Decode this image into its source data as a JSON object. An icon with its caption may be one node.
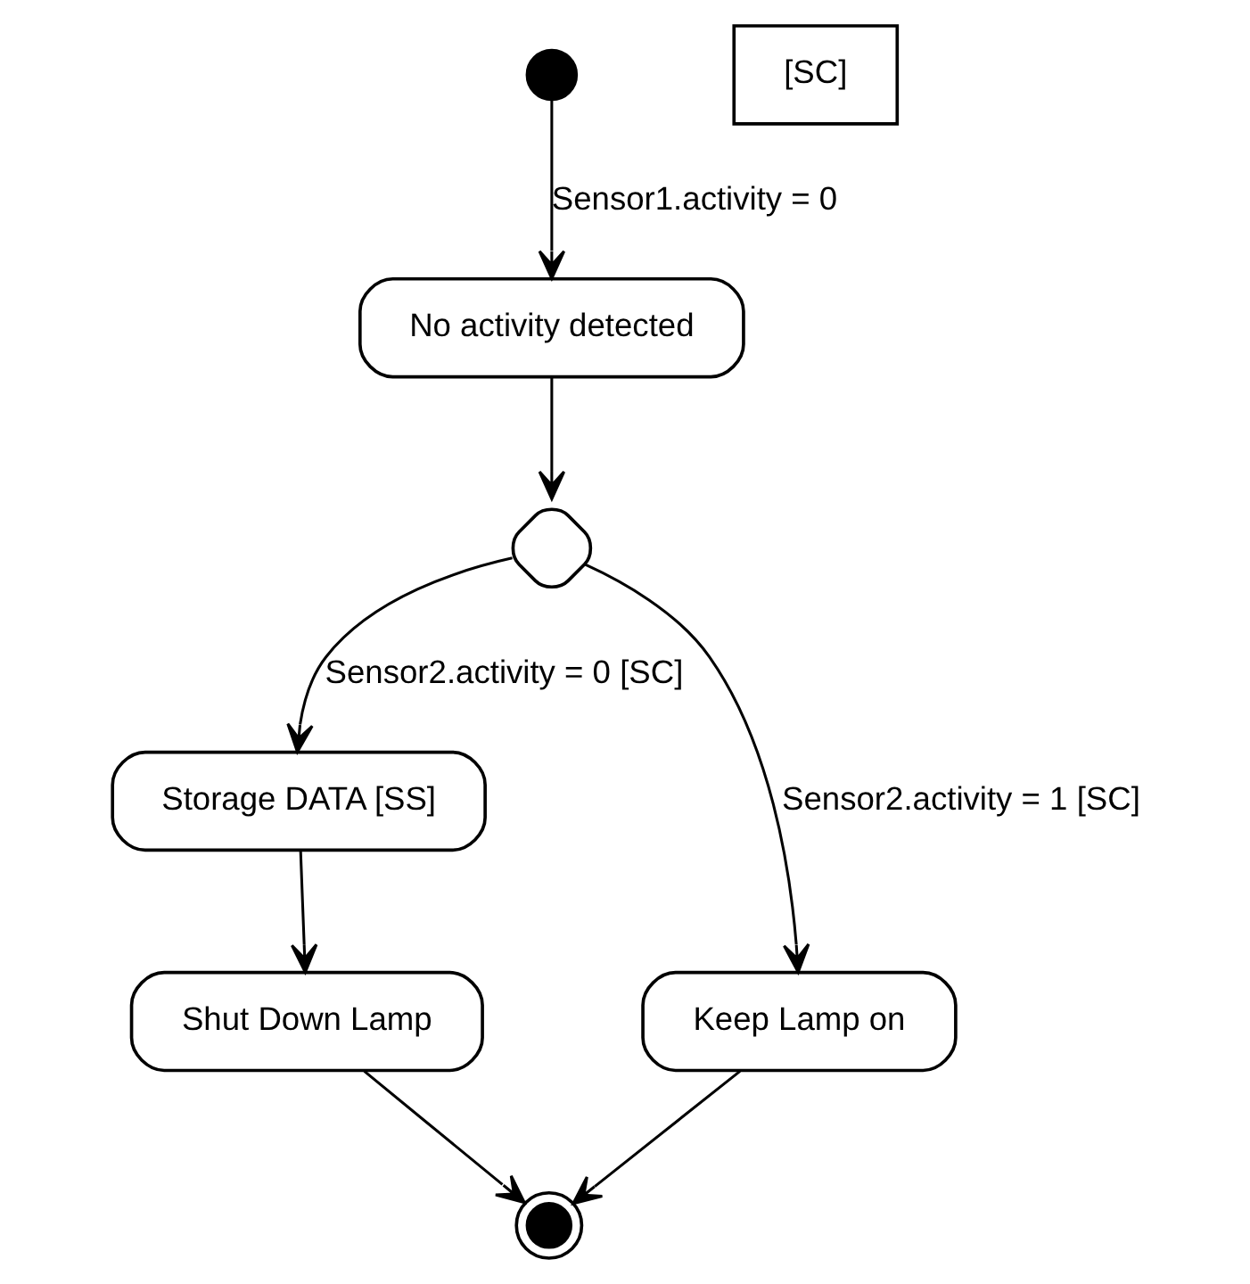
{
  "diagram": {
    "nodes": [
      {
        "text": [],
        "shape": "circle"
      },
      {
        "text": [
          "[SC]"
        ]
      },
      {
        "text": [
          "No activity detected"
        ]
      },
      {
        "text": [],
        "shape": "diamond"
      },
      {
        "text": [
          "Storage DATA [SS]"
        ]
      },
      {
        "text": [
          "Keep Lamp on"
        ]
      },
      {
        "text": [
          "Shut Down Lamp"
        ]
      },
      {
        "text": [],
        "shape": "circle"
      }
    ],
    "edges": [
      {
        "from": 0,
        "to": 2,
        "arrow": "to",
        "label": "Sensor1.activity = 0"
      },
      {
        "from": 2,
        "to": 3,
        "arrow": "to"
      },
      {
        "from": 3,
        "to": 4,
        "arrow": "to",
        "label": "Sensor2.activity = 0 [SC]"
      },
      {
        "from": 3,
        "to": 5,
        "arrow": "to",
        "label": "Sensor2.activity = 1 [SC]"
      },
      {
        "from": 4,
        "to": 6,
        "arrow": "to"
      },
      {
        "from": 6,
        "to": 7,
        "arrow": "to"
      },
      {
        "from": 5,
        "to": 7,
        "arrow": "to"
      }
    ]
  }
}
